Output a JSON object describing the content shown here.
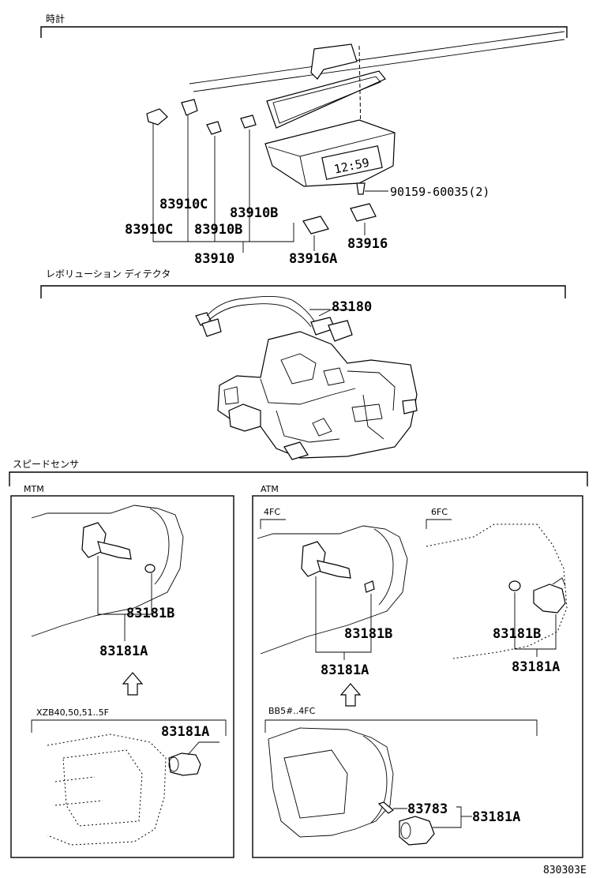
{
  "sections": {
    "clock": {
      "title": "時計"
    },
    "revolution_detector": {
      "title": "レボリューション ディテクタ"
    },
    "speed_sensor": {
      "title": "スピードセンサ"
    }
  },
  "subsections": {
    "mtm": "MTM",
    "atm": "ATM",
    "fc4": "4FC",
    "fc6": "6FC",
    "mtm_variant": "XZB40,50,51..5F",
    "atm_variant": "BB5#..4FC"
  },
  "part_numbers": {
    "p83910C_a": "83910C",
    "p83910B_a": "83910B",
    "p83910C_b": "83910C",
    "p83910B_b": "83910B",
    "p83910": "83910",
    "p83916A": "83916A",
    "p83916": "83916",
    "p90159": "90159-60035(2)",
    "p83180": "83180",
    "mtm_83181B": "83181B",
    "mtm_83181A": "83181A",
    "mtm_var_83181A": "83181A",
    "atm4_83181B": "83181B",
    "atm4_83181A": "83181A",
    "atm6_83181B": "83181B",
    "atm6_83181A": "83181A",
    "atm_var_83783": "83783",
    "atm_var_83181A": "83181A"
  },
  "clock_display": "12:59",
  "figure_id": "830303E"
}
